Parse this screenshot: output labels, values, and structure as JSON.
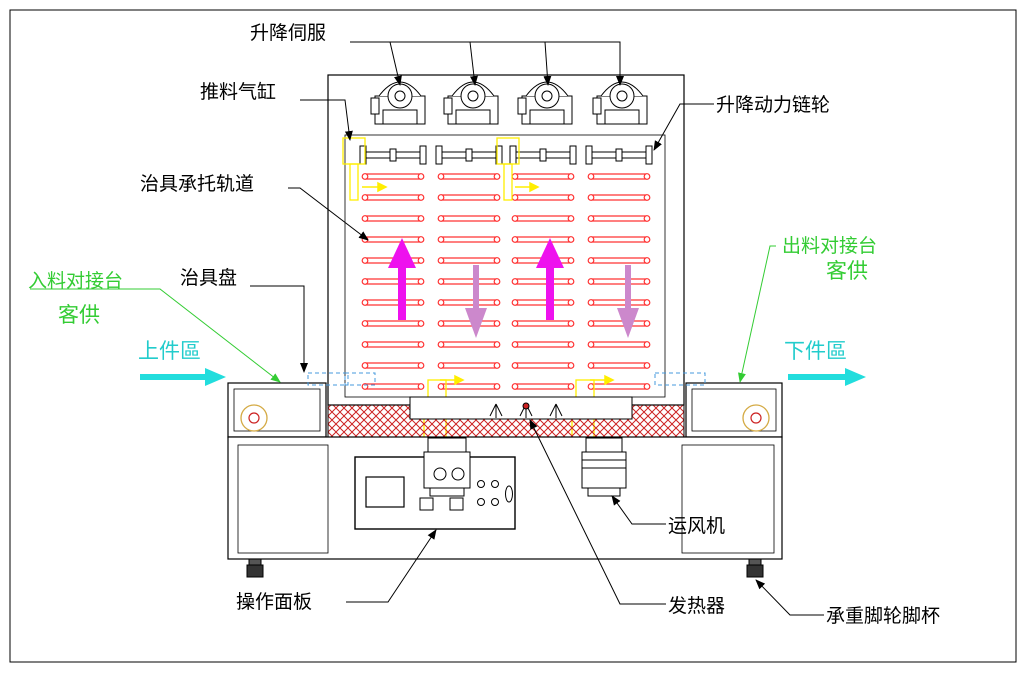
{
  "labels": {
    "lift_servo": "升降伺服",
    "push_cylinder": "推料气缸",
    "lift_sprocket": "升降动力链轮",
    "fixture_track": "治具承托轨道",
    "fixture_tray": "治具盘",
    "infeed_station": "入料对接台",
    "infeed_supply": "客供",
    "load_zone": "上件區",
    "outfeed_station": "出料对接台",
    "outfeed_supply": "客供",
    "unload_zone": "下件區",
    "blower": "运风机",
    "heater": "发热器",
    "control_panel": "操作面板",
    "caster_foot": "承重脚轮脚杯"
  },
  "colors": {
    "track": "#ff3333",
    "up_arrow": "#ee11ee",
    "down_arrow": "#cc88cc",
    "cyan_arrow": "#22dddd",
    "cylinder": "#ffee00",
    "green_text": "#33cc33",
    "heater_band": "#cc2222"
  }
}
